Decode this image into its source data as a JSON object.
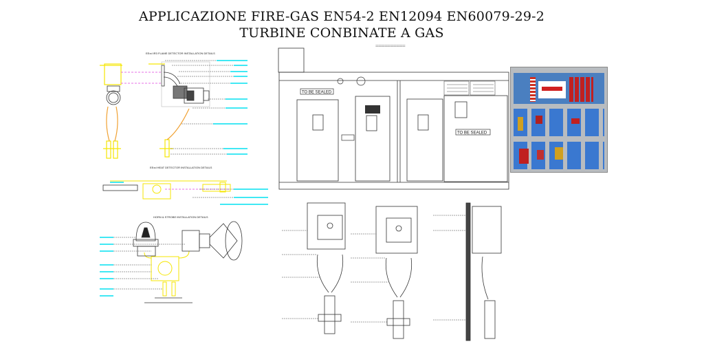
{
  "title": {
    "line1": "APPLICAZIONE FIRE-GAS EN54-2 EN12094 EN60079-29-2",
    "line2": "TURBINE CONBINATE A GAS"
  },
  "separator": "==========",
  "sections": {
    "flame_detector": "EExd IR3 FLAME DETECTOR INSTALLATION DETAILS",
    "heat_detector": "EExd HEAT DETECTOR INSTALLATION DETAILS",
    "horn_strobe": "HORN & STROBE INSTALLATION DETAILS"
  },
  "container": {
    "seal_label_1": "TO BE SEALED",
    "seal_label_2": "TO BE SEALED"
  },
  "colors": {
    "yellow": "#f5e600",
    "magenta": "#e040e0",
    "cyan": "#00e0f0",
    "orange": "#f0a030",
    "panel_blue": "#3a78d0",
    "panel_red": "#d02020"
  }
}
